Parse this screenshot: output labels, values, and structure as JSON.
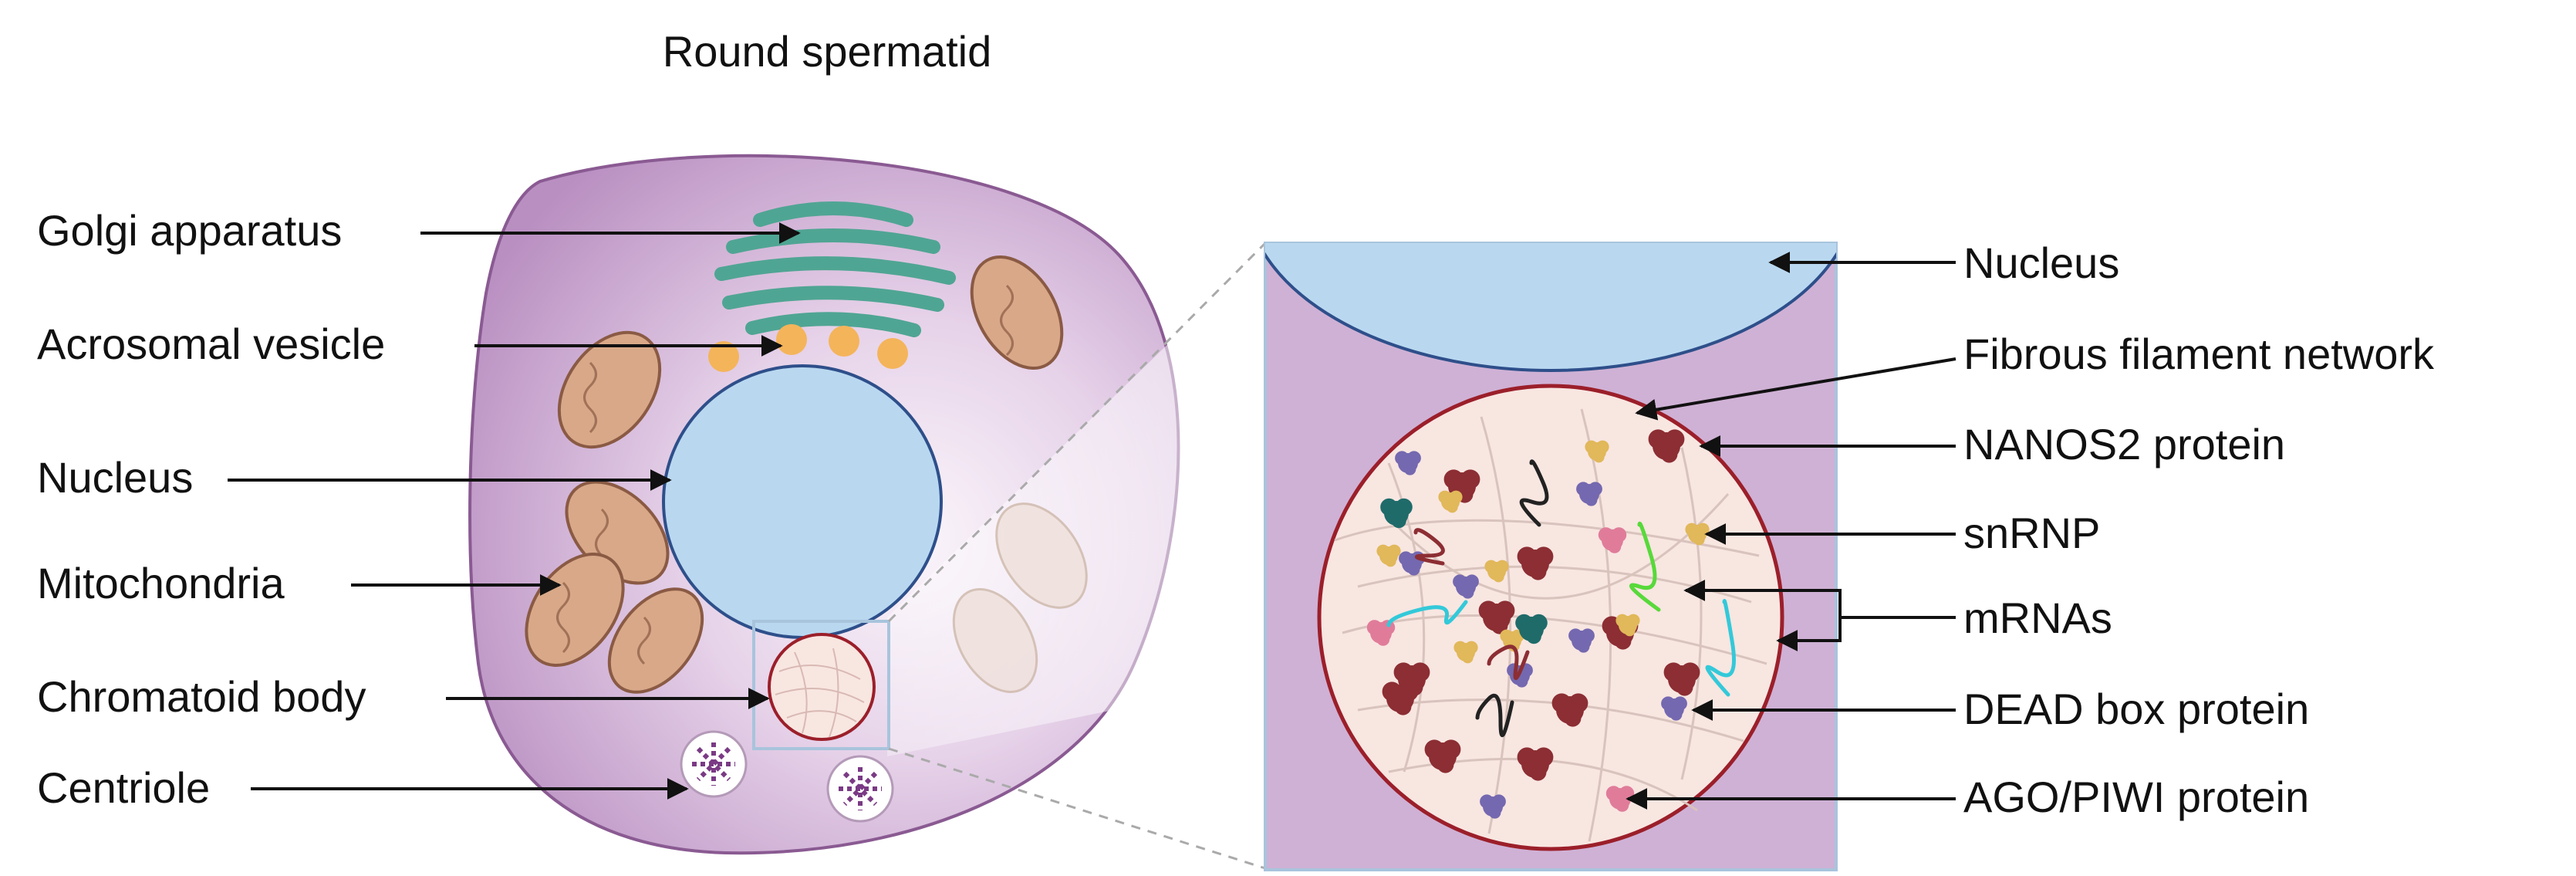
{
  "title": "Round spermatid",
  "cell_labels": {
    "golgi": "Golgi apparatus",
    "acrosomal": "Acrosomal vesicle",
    "nucleus": "Nucleus",
    "mitochondria": "Mitochondria",
    "chromatoid": "Chromatoid body",
    "centriole": "Centriole"
  },
  "zoom_labels": {
    "nucleus": "Nucleus",
    "fibrous": "Fibrous filament network",
    "nanos2": "NANOS2 protein",
    "snrnp": "snRNP",
    "mrnas": "mRNAs",
    "dead": "DEAD box protein",
    "ago": "AGO/PIWI protein"
  },
  "colors": {
    "cytoplasm": "#c9a6cf",
    "cytoplasm_edge": "#8a5a92",
    "nucleus": "#b9d8f0",
    "nucleus_edge": "#2e4f8a",
    "golgi": "#4fa593",
    "acrosome": "#f4b45a",
    "mito_fill": "#d8a888",
    "mito_edge": "#8a5a44",
    "chromatoid_fill": "#f8e6e1",
    "chromatoid_edge": "#9b1f2a",
    "zoom_bg": "#cfb1d5",
    "nanos2": "#8c2e33",
    "snrnp": "#e1b85a",
    "dead_box": "#7468b0",
    "ago_piwi": "#e07c9a",
    "mrna_green": "#58d93a",
    "mrna_cyan": "#33c9d9",
    "teal_protein": "#1f6b6a"
  }
}
